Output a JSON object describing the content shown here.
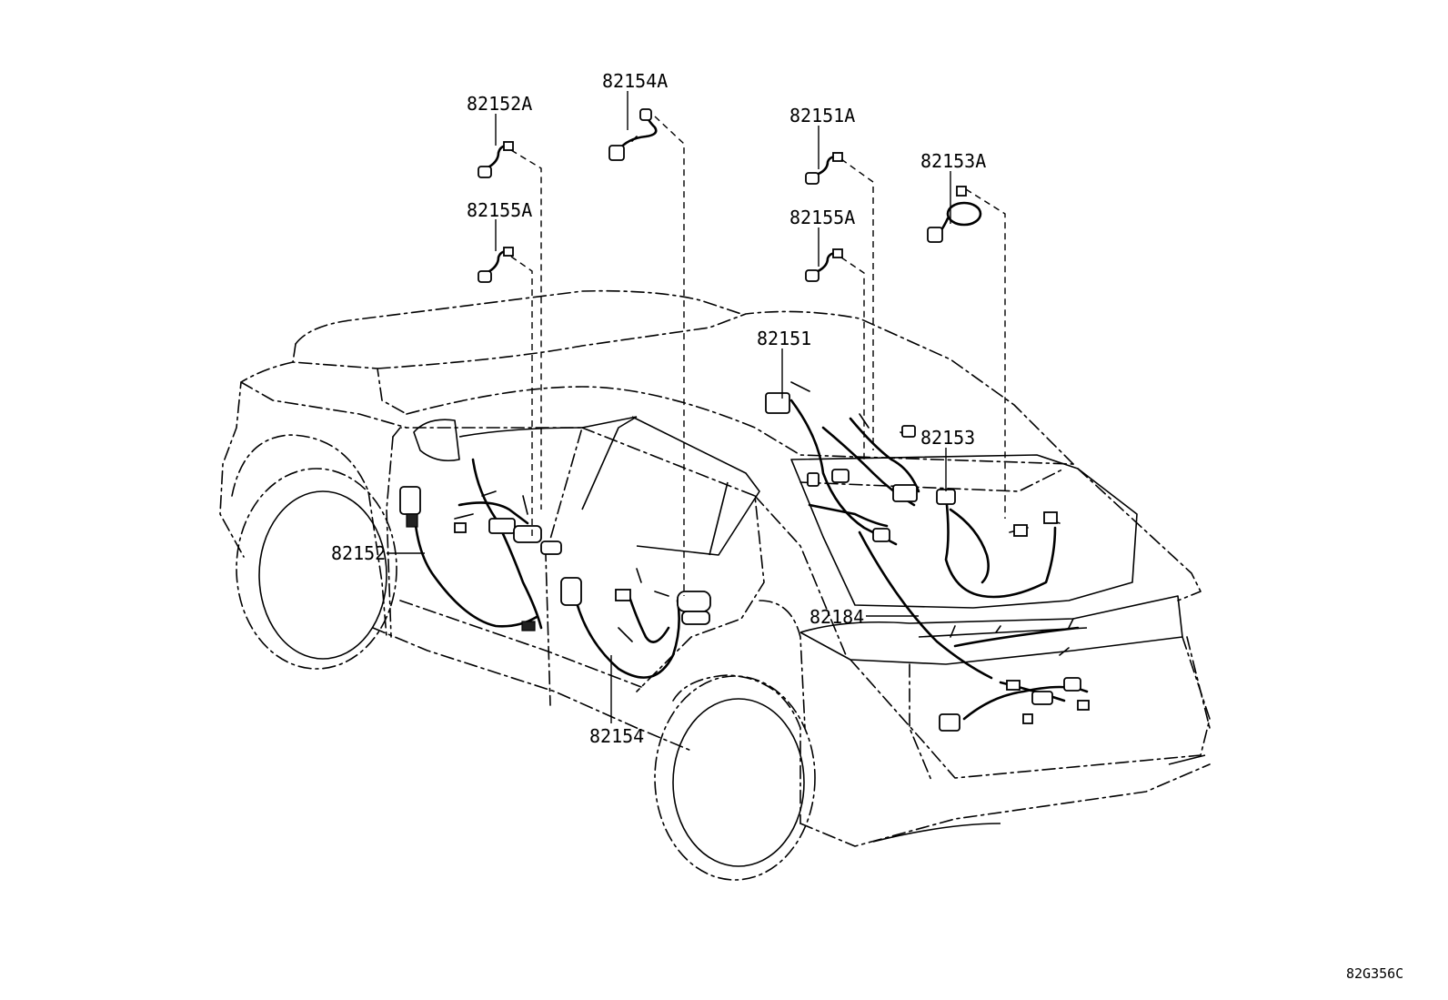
{
  "labels": {
    "l82152A": "82152A",
    "l82154A": "82154A",
    "l82151A": "82151A",
    "l82153A": "82153A",
    "l82155A_left": "82155A",
    "l82155A_right": "82155A",
    "l82151": "82151",
    "l82153": "82153",
    "l82152": "82152",
    "l82184": "82184",
    "l82154": "82154"
  },
  "drawing_code": "82G356C"
}
